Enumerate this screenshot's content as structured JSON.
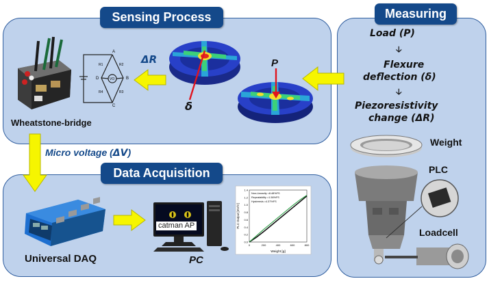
{
  "sensing": {
    "title": "Sensing Process",
    "bridge_label": "Wheatstone-bridge",
    "delta_r": "ΔR",
    "delta": "δ",
    "p": "P"
  },
  "daq": {
    "title": "Data Acquisition",
    "daq_label": "Universal DAQ",
    "pc_label": "PC",
    "software": "catman AP"
  },
  "micro_voltage": {
    "text": "Micro voltage (",
    "sym": "ΔV",
    "close": ")"
  },
  "measuring": {
    "title": "Measuring",
    "steps": [
      "Load (P)",
      "Flexure",
      "deflection (δ)",
      "Piezoresistivity",
      "change (ΔR)"
    ],
    "weight": "Weight",
    "plc": "PLC",
    "loadcell": "Loadcell"
  },
  "circuit": {
    "nodes": [
      "A",
      "B",
      "C",
      "D"
    ],
    "resistors": [
      "R1",
      "R2",
      "R3",
      "R4"
    ],
    "vout": "VO"
  },
  "chart_data": {
    "type": "line",
    "xlabel": "Weight [g]",
    "ylabel": "PLC Output [mV/V]",
    "x_ticks": [
      "0",
      "200",
      "400",
      "600",
      "800"
    ],
    "y_ticks": [
      "0.0",
      "0.2",
      "0.4",
      "0.6",
      "0.8",
      "1.0",
      "1.2",
      "1.4"
    ],
    "xlim": [
      0,
      800
    ],
    "ylim": [
      0,
      1.4
    ],
    "annotations": [
      "Non-Linearity =8.48%FS",
      "Repeatability =1.56%FS",
      "Hysteresis =4.37%FS"
    ],
    "series": [
      {
        "x": [
          0,
          100,
          200,
          300,
          400,
          500,
          600,
          700,
          800
        ],
        "y": [
          0.0,
          0.13,
          0.28,
          0.44,
          0.6,
          0.76,
          0.92,
          1.08,
          1.24
        ]
      },
      {
        "x": [
          0,
          100,
          200,
          300,
          400,
          500,
          600,
          700,
          800
        ],
        "y": [
          0.0,
          0.17,
          0.34,
          0.5,
          0.66,
          0.82,
          0.98,
          1.13,
          1.26
        ]
      }
    ],
    "colors": {
      "series1": "#111111",
      "series2": "#1f9a3a"
    }
  }
}
